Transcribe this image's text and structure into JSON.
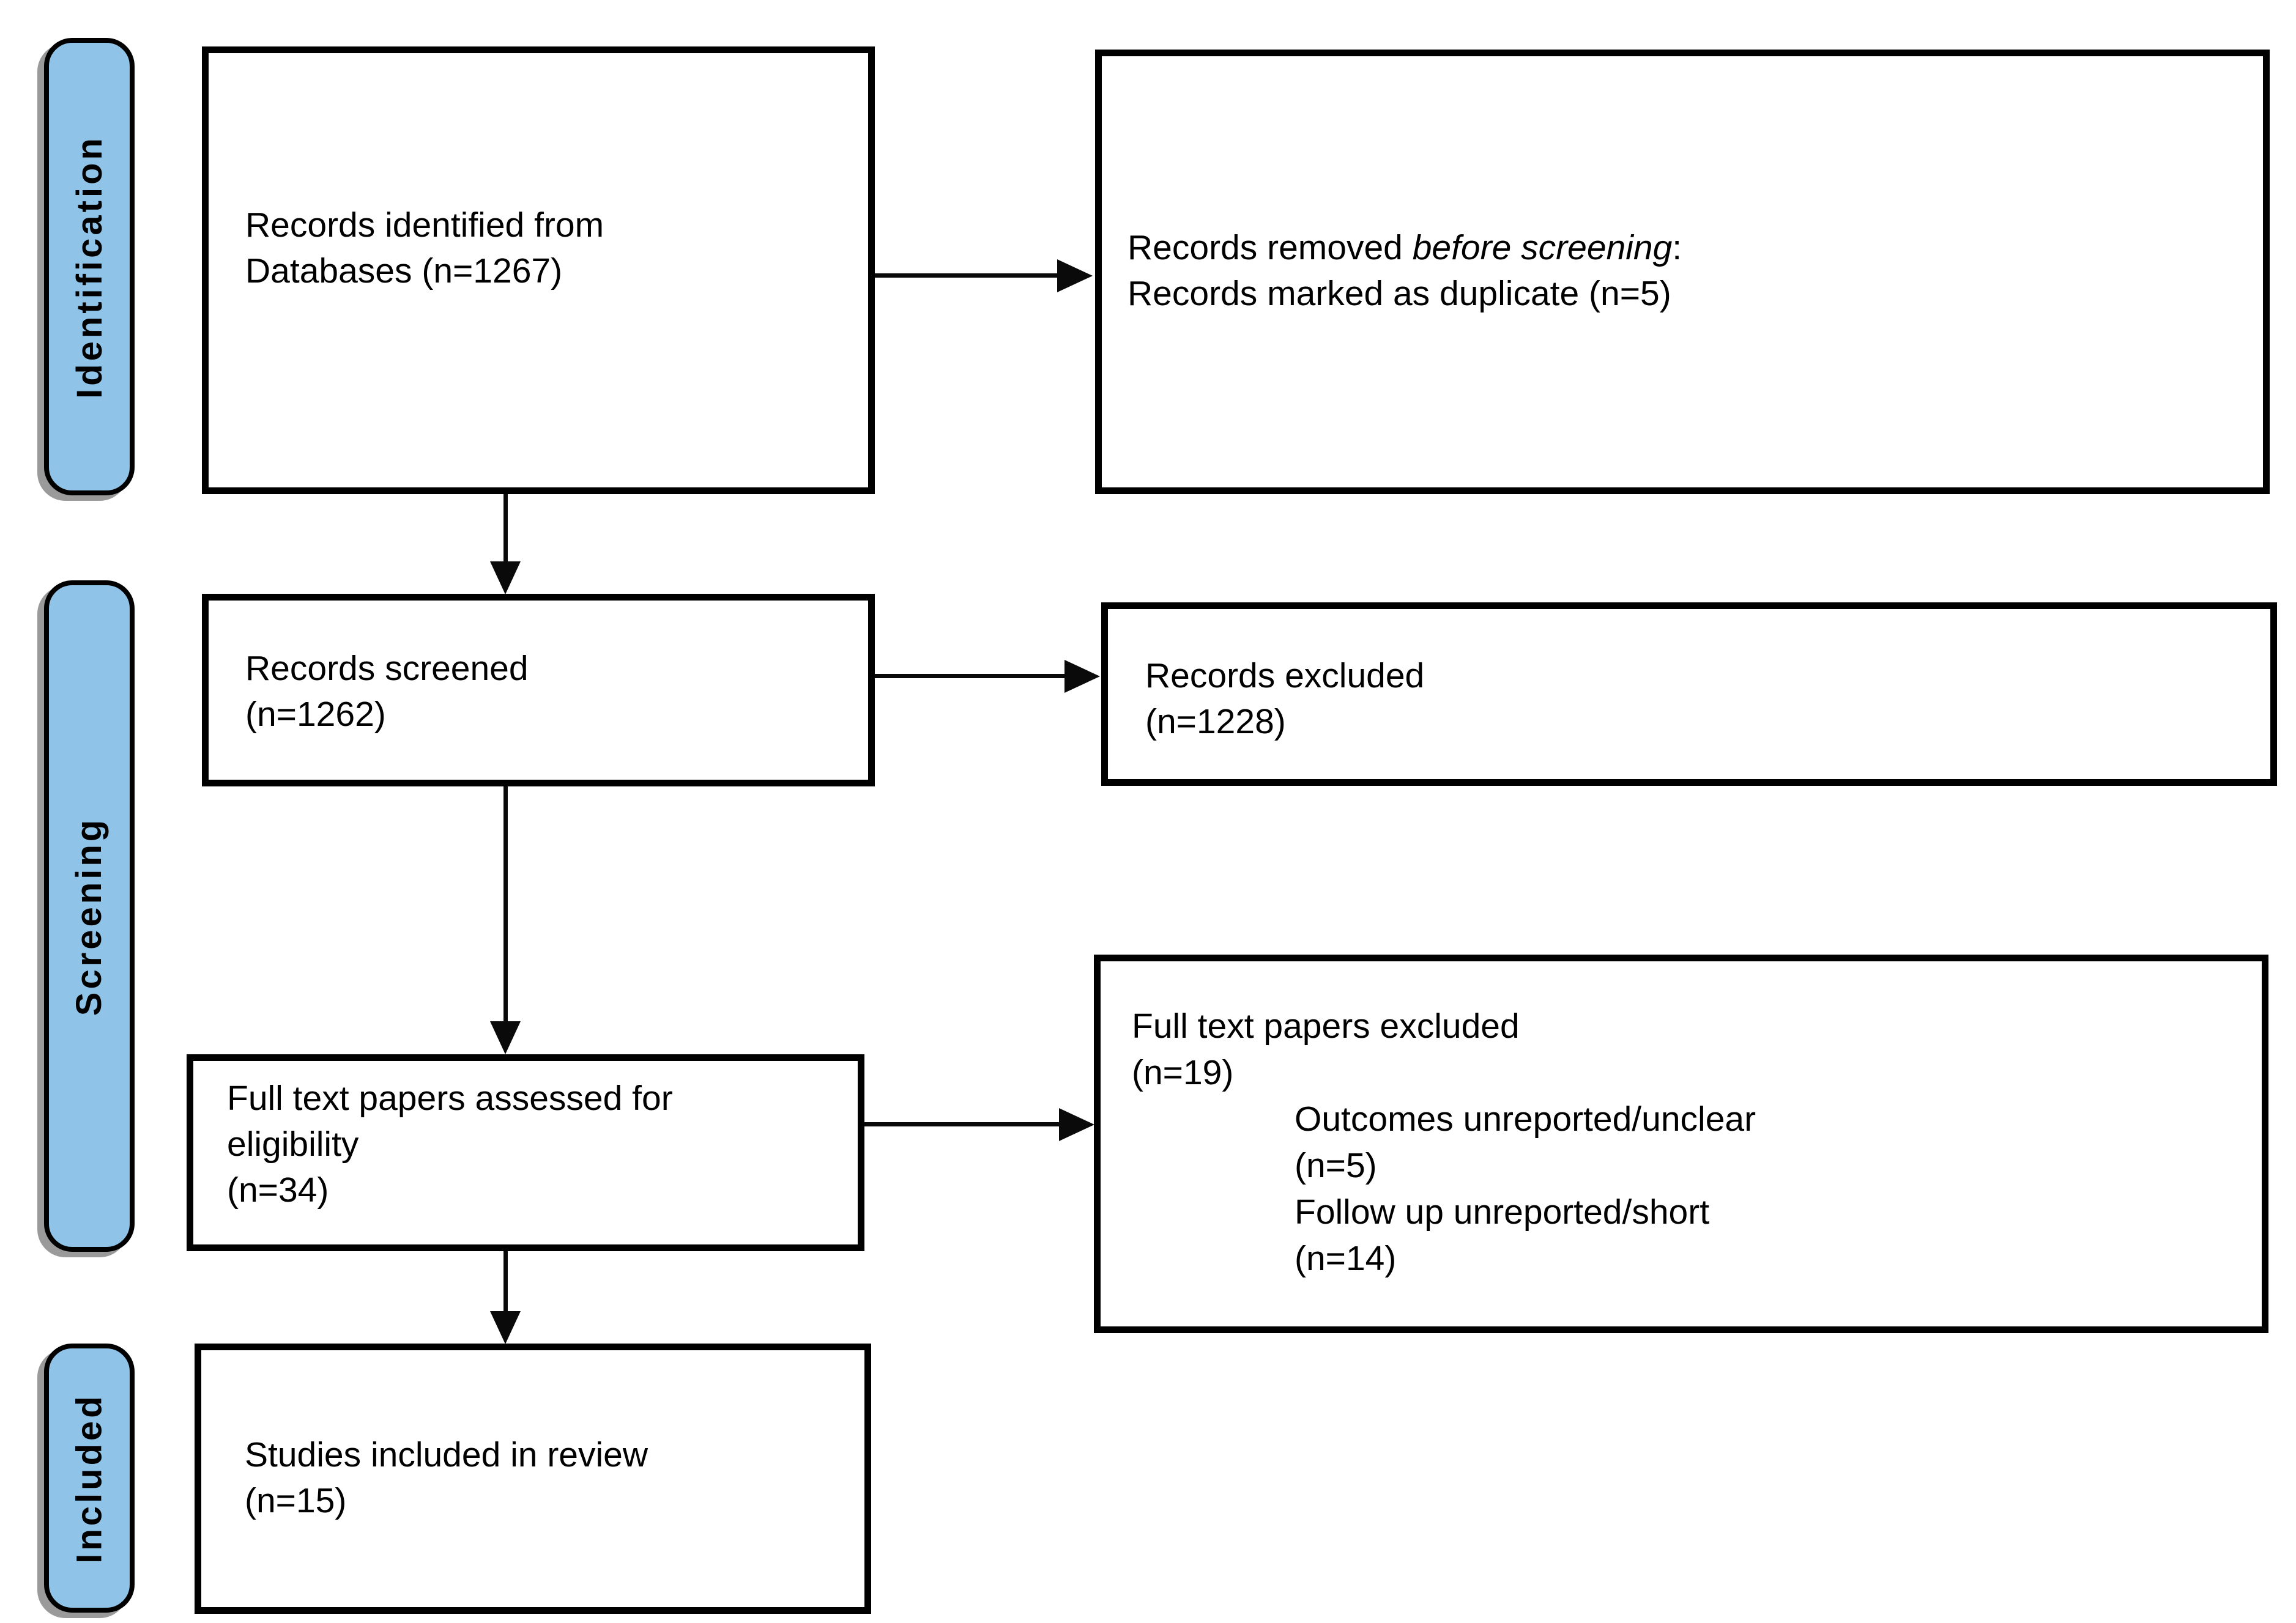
{
  "theme": {
    "bg": "#ffffff",
    "text": "#000000",
    "box_border": "#000000",
    "sidebar_fill": "#8FC3E7",
    "sidebar_border": "#000000",
    "sidebar_shadow": "#9a9a9a",
    "arrow": "#0a0a0a"
  },
  "stages": [
    {
      "label": "Identification"
    },
    {
      "label": "Screening"
    },
    {
      "label": "Included"
    }
  ],
  "boxes": {
    "identified": {
      "lines": [
        "Records identified from",
        "Databases (n=1267)"
      ]
    },
    "removed": {
      "line1_prefix": "Records removed ",
      "line1_italic": "before screening",
      "line1_suffix": ":",
      "line2": "Records marked as duplicate (n=5)"
    },
    "screened": {
      "lines": [
        "Records screened",
        "(n=1262)"
      ]
    },
    "excluded": {
      "lines": [
        "Records excluded",
        "(n=1228)"
      ]
    },
    "assessed": {
      "lines": [
        "Full text papers assessed for",
        "eligibility",
        "(n=34)"
      ]
    },
    "fulltext_excluded": {
      "lines": [
        "Full text papers excluded",
        "(n=19)"
      ],
      "indented_lines": [
        "Outcomes unreported/unclear",
        "(n=5)",
        "Follow up unreported/short",
        "(n=14)"
      ]
    },
    "included_review": {
      "lines": [
        "Studies included in review",
        "(n=15)"
      ]
    }
  }
}
